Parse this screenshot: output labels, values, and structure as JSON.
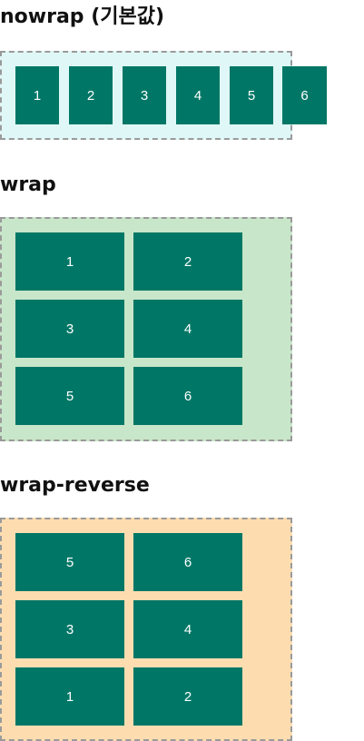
{
  "sections": [
    {
      "title": "nowrap (기본값)",
      "background": "#e0f7f7",
      "items": [
        "1",
        "2",
        "3",
        "4",
        "5",
        "6"
      ]
    },
    {
      "title": "wrap",
      "background": "#c8e6c9",
      "items": [
        "1",
        "2",
        "3",
        "4",
        "5",
        "6"
      ]
    },
    {
      "title": "wrap-reverse",
      "background": "#fdddb0",
      "items": [
        "5",
        "6",
        "3",
        "4",
        "1",
        "2"
      ]
    }
  ],
  "colors": {
    "item": "#007766",
    "item_text": "#ffffff",
    "border": "#9a9a9a"
  }
}
